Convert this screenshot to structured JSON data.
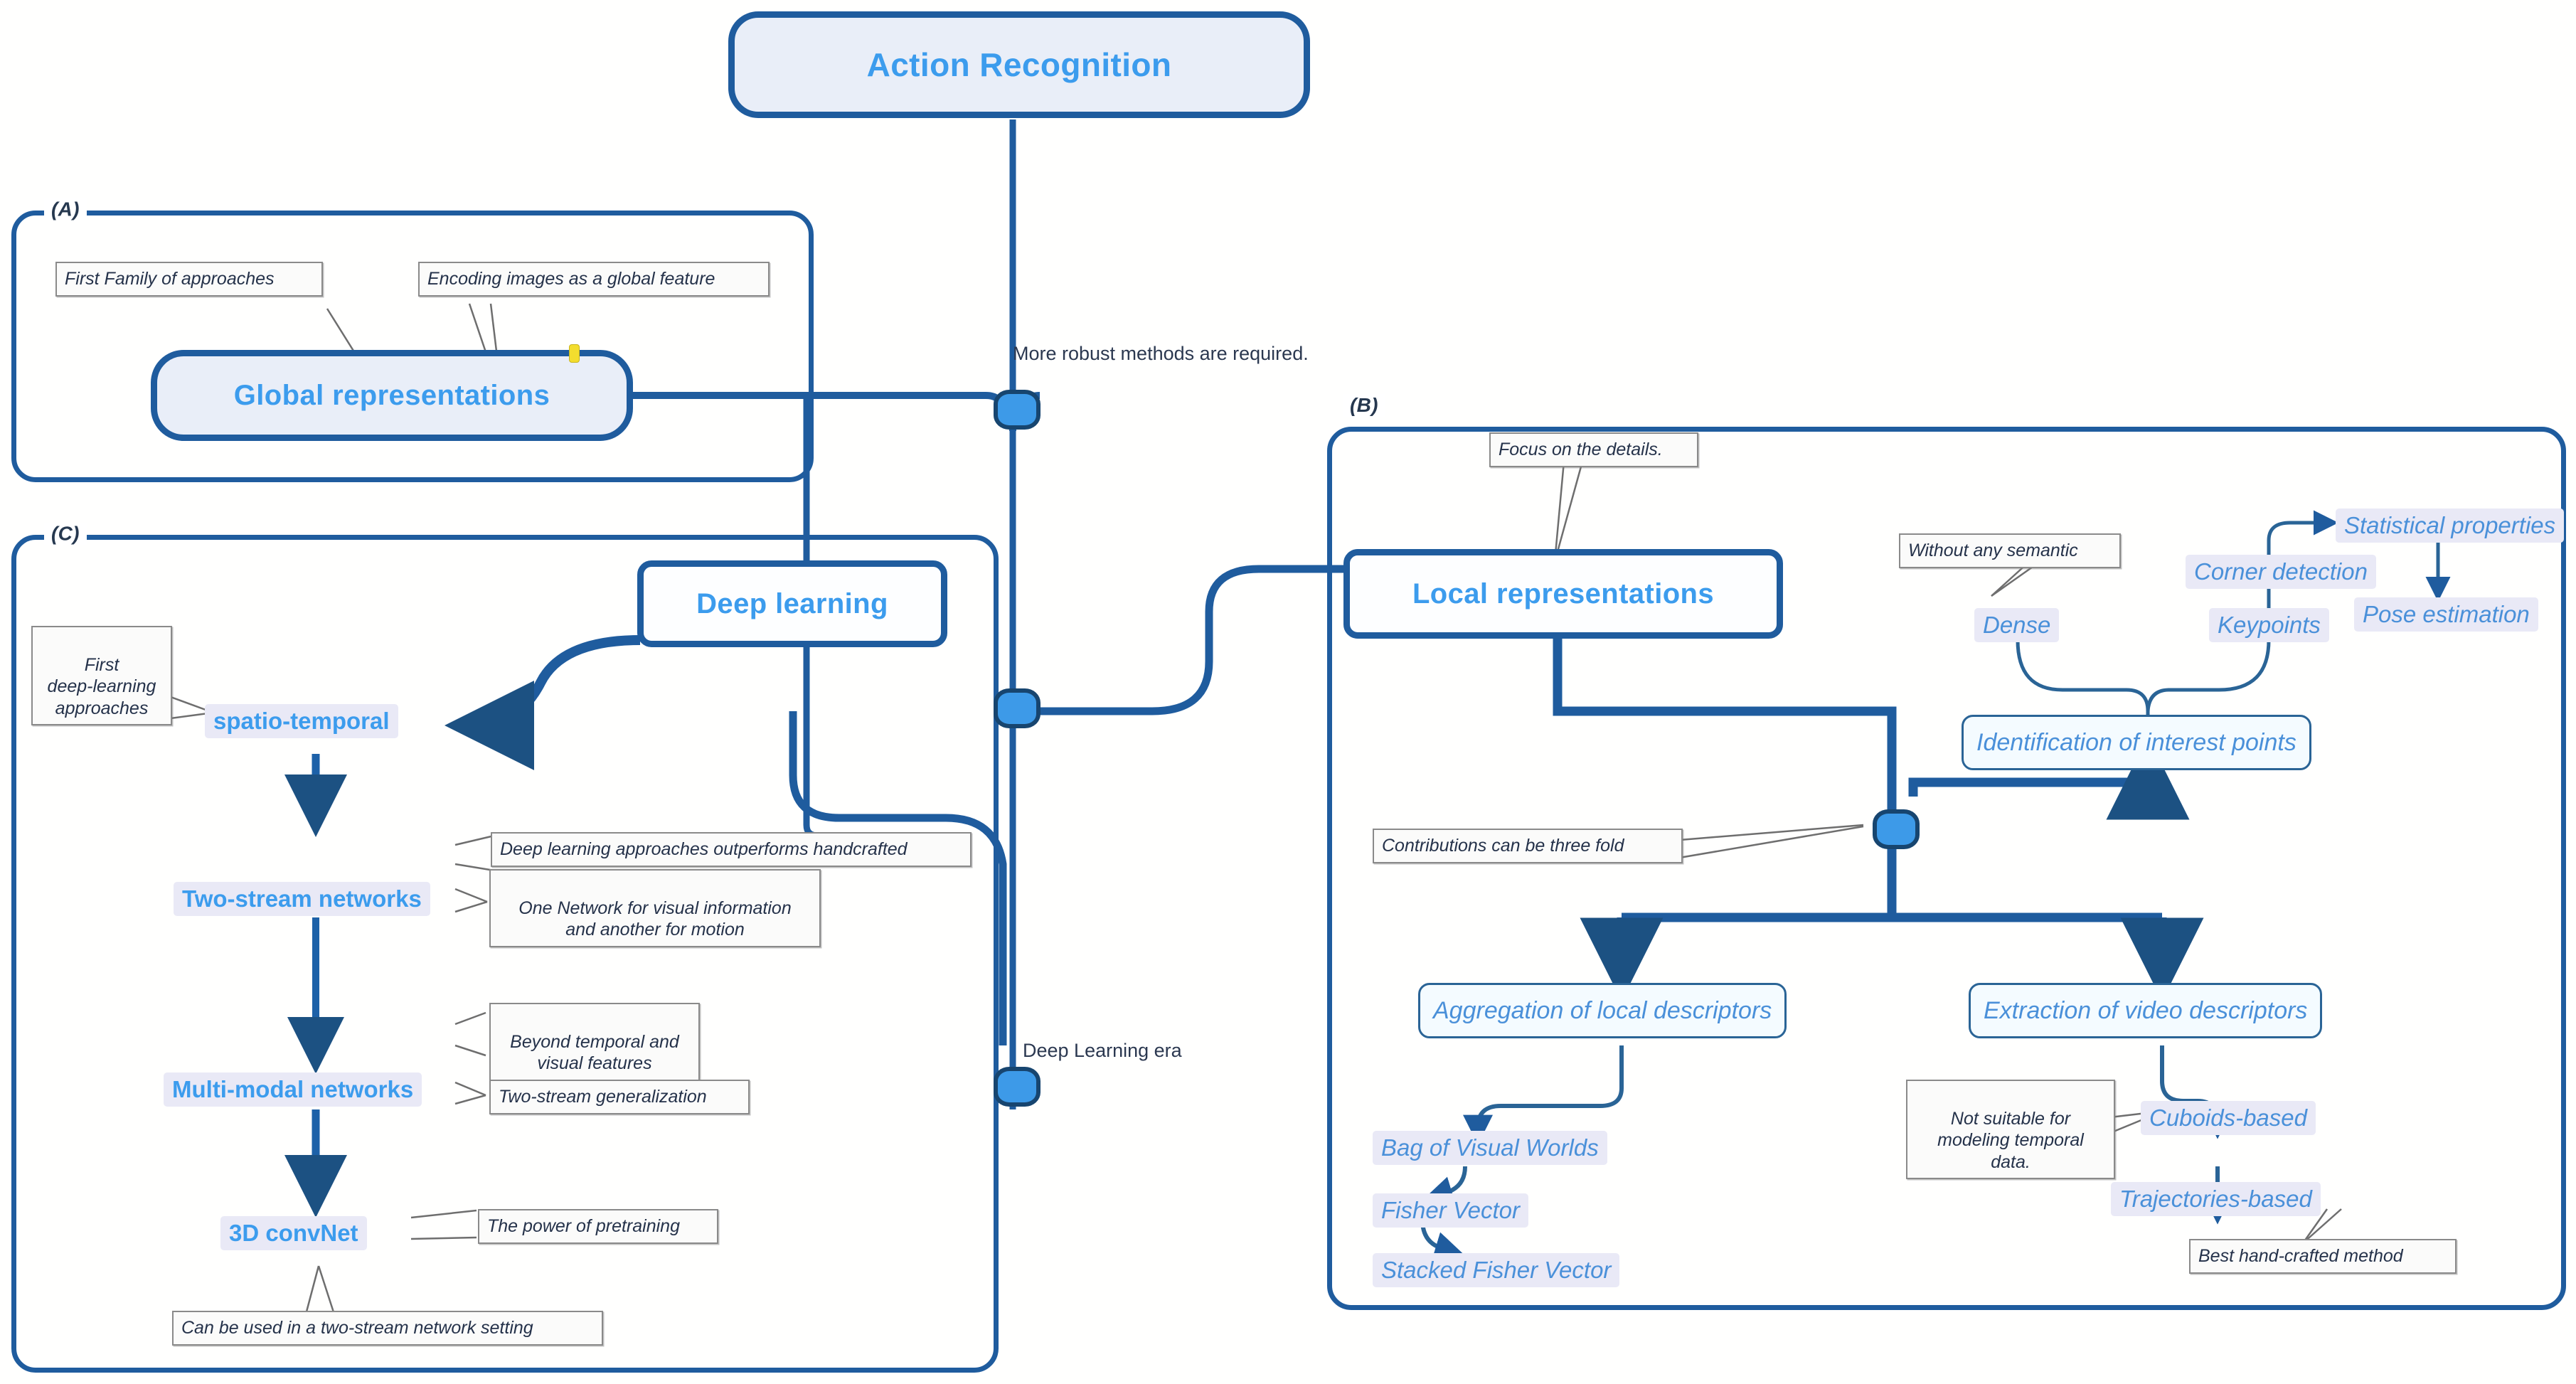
{
  "root": {
    "label": "Action Recognition"
  },
  "sections": {
    "a": {
      "tag": "(A)"
    },
    "b": {
      "tag": "(B)"
    },
    "c": {
      "tag": "(C)"
    }
  },
  "spine_labels": {
    "robust": "More robust methods are required.",
    "dl_era": "Deep Learning era"
  },
  "section_a": {
    "main_node": "Global representations",
    "notes": [
      "First Family of approaches",
      "Encoding images as a global feature"
    ]
  },
  "section_c": {
    "deep_learning": "Deep learning",
    "nodes": [
      "spatio-temporal",
      "Two-stream networks",
      "Multi-modal networks",
      "3D convNet"
    ],
    "notes": {
      "first_dl": "First\ndeep-learning\napproaches",
      "outperforms": "Deep learning approaches outperforms handcrafted",
      "one_network": "One Network for visual information\nand another for motion",
      "beyond": "Beyond temporal and\nvisual features",
      "two_stream_gen": "Two-stream generalization",
      "pretraining": "The power of pretraining",
      "two_stream_setting": "Can be used in a  two-stream network setting"
    }
  },
  "section_b": {
    "main_node": "Local representations",
    "focus_note": "Focus on the details.",
    "contributions_note": "Contributions can be three fold",
    "interest": {
      "node": "Identification of interest points",
      "dense": "Dense",
      "keypoints": "Keypoints",
      "corner_detection": "Corner detection",
      "statistical_properties": "Statistical properties",
      "pose_estimation": "Pose estimation",
      "semantic_note": "Without any semantic"
    },
    "aggregation": {
      "node": "Aggregation of local descriptors",
      "children": [
        "Bag of Visual Worlds",
        "Fisher Vector",
        "Stacked Fisher Vector"
      ]
    },
    "extraction": {
      "node": "Extraction of video descriptors",
      "children": [
        "Cuboids-based",
        "Trajectories-based"
      ],
      "notes": {
        "not_suitable": "Not suitable for\nmodeling temporal\ndata.",
        "best_handcrafted": "Best hand-crafted method"
      }
    }
  },
  "colors": {
    "primary_border": "#1f5c9e",
    "node_text": "#3c9ced",
    "node_fill": "#e9eef8",
    "highlight_fill": "#e9e9f6",
    "junction_fill": "#3d9ae8",
    "wire": "#1f5c9e",
    "note_border": "#8a8a8a",
    "pin": "#f3dd2e"
  }
}
